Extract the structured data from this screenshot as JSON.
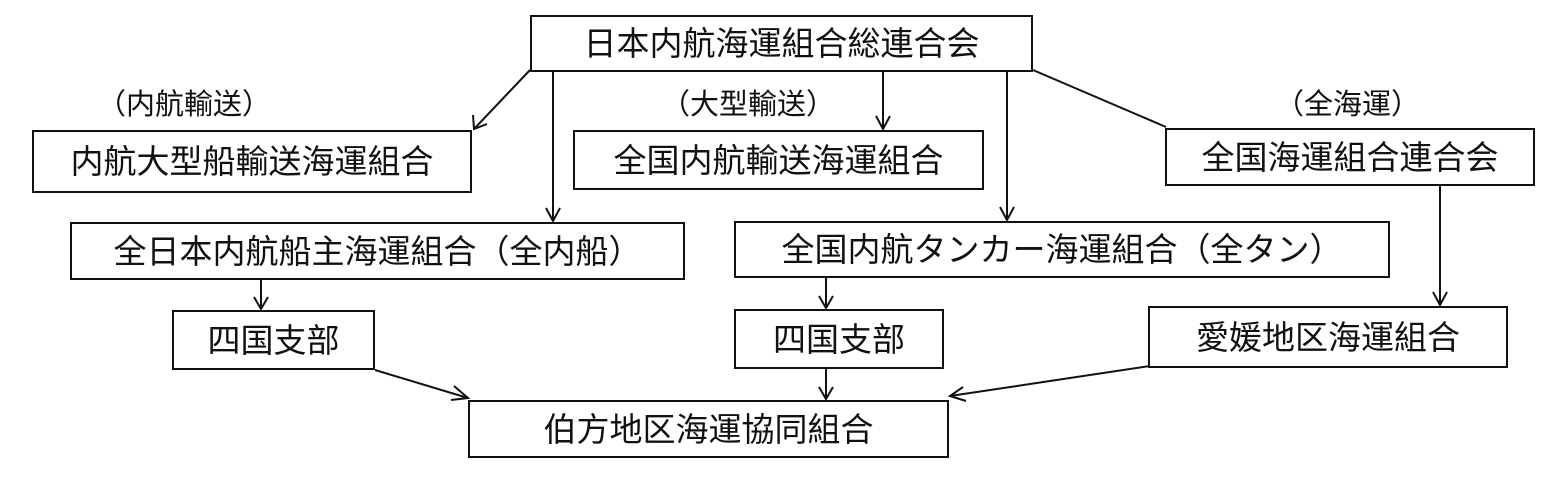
{
  "diagram": {
    "nodes": {
      "root": "日本内航海運組合総連合会",
      "naiko_ogata": "内航大型船輸送海運組合",
      "zenkoku_naiko_yuso": "全国内航輸送海運組合",
      "zenkoku_kaiun": "全国海運組合連合会",
      "zen_naisen": "全日本内航船主海運組合（全内船）",
      "zen_tan": "全国内航タンカー海運組合（全タン）",
      "shikoku_1": "四国支部",
      "shikoku_2": "四国支部",
      "ehime": "愛媛地区海運組合",
      "hakata": "伯方地区海運協同組合"
    },
    "notes": {
      "naiko_ogata": "（内航輸送）",
      "zenkoku_naiko_yuso": "（大型輸送）",
      "zenkoku_kaiun": "（全海運）"
    },
    "edges": [
      {
        "from": "root",
        "to": "naiko_ogata"
      },
      {
        "from": "root",
        "to": "zen_naisen"
      },
      {
        "from": "root",
        "to": "zenkoku_naiko_yuso"
      },
      {
        "from": "root",
        "to": "zen_tan"
      },
      {
        "from": "root",
        "to": "zenkoku_kaiun"
      },
      {
        "from": "zenkoku_kaiun",
        "to": "ehime"
      },
      {
        "from": "zen_naisen",
        "to": "shikoku_1"
      },
      {
        "from": "zen_tan",
        "to": "shikoku_2"
      },
      {
        "from": "shikoku_1",
        "to": "hakata"
      },
      {
        "from": "shikoku_2",
        "to": "hakata"
      },
      {
        "from": "ehime",
        "to": "hakata"
      }
    ]
  }
}
